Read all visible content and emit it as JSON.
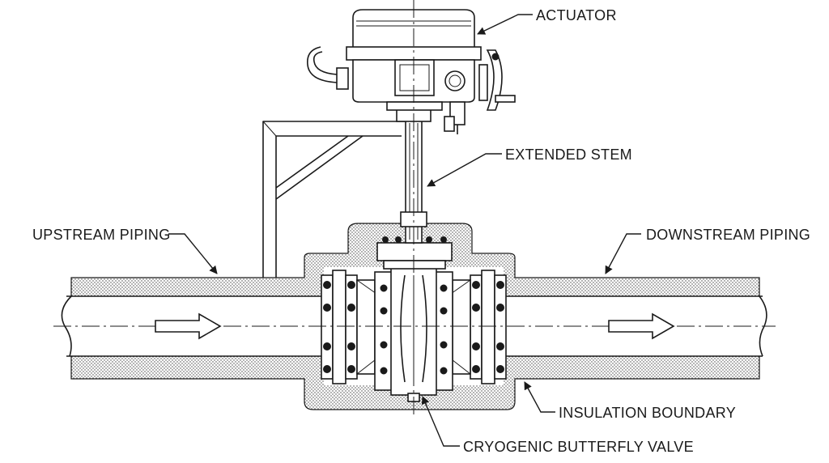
{
  "labels": {
    "actuator": "ACTUATOR",
    "extended_stem": "EXTENDED STEM",
    "upstream_piping": "UPSTREAM PIPING",
    "downstream_piping": "DOWNSTREAM PIPING",
    "insulation_boundary": "INSULATION BOUNDARY",
    "valve": "CRYOGENIC BUTTERFLY VALVE"
  }
}
